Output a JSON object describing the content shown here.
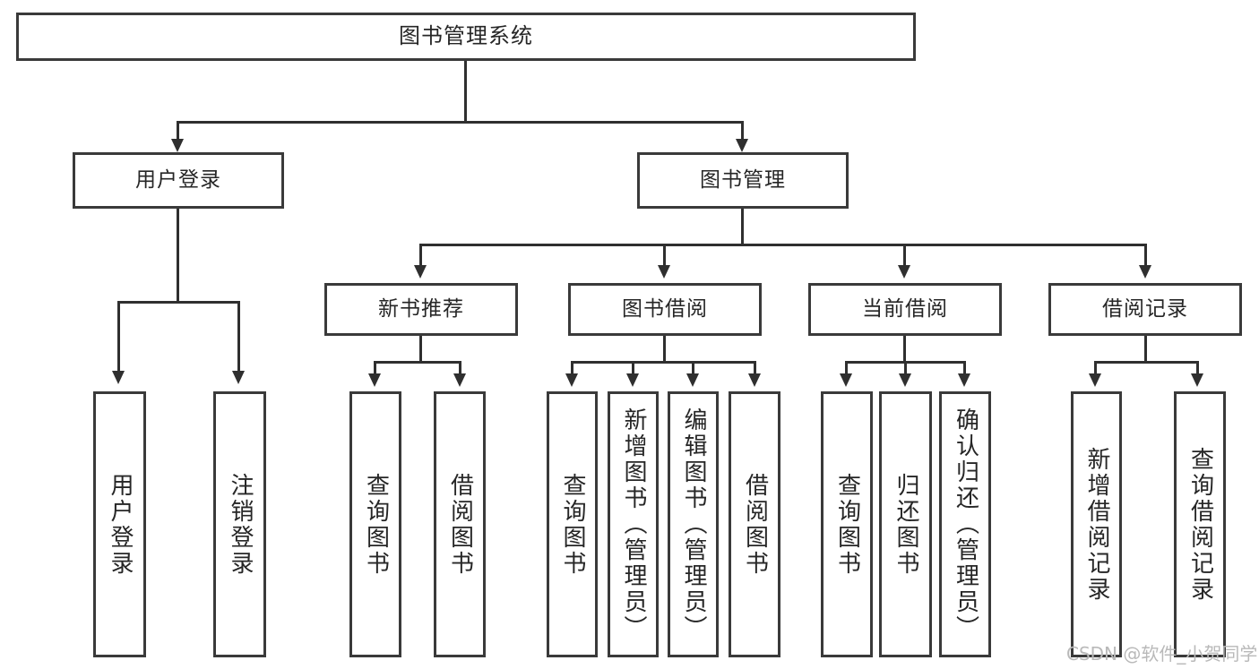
{
  "diagram": {
    "title": "图书管理系统",
    "watermark": "CSDN @软件_小贺同学",
    "colors": {
      "box_border": "#3a3a3a",
      "box_fill": "#ffffff",
      "line": "#2f2f2f",
      "text": "#262626",
      "watermark": "#b9b9b9"
    },
    "root": {
      "label": "图书管理系统"
    },
    "level2": [
      {
        "label": "用户登录"
      },
      {
        "label": "图书管理"
      }
    ],
    "level3": [
      {
        "label": "新书推荐"
      },
      {
        "label": "图书借阅"
      },
      {
        "label": "当前借阅"
      },
      {
        "label": "借阅记录"
      }
    ],
    "leaves": {
      "user_login": [
        {
          "label": "用户登录"
        },
        {
          "label": "注销登录"
        }
      ],
      "new_book_recommend": [
        {
          "label": "查询图书"
        },
        {
          "label": "借阅图书"
        }
      ],
      "book_borrow": [
        {
          "label": "查询图书"
        },
        {
          "label": "新增图书（管理员）"
        },
        {
          "label": "编辑图书（管理员）"
        },
        {
          "label": "借阅图书"
        }
      ],
      "current_borrow": [
        {
          "label": "查询图书"
        },
        {
          "label": "归还图书"
        },
        {
          "label": "确认归还（管理员）"
        }
      ],
      "borrow_record": [
        {
          "label": "新增借阅记录"
        },
        {
          "label": "查询借阅记录"
        }
      ]
    }
  }
}
